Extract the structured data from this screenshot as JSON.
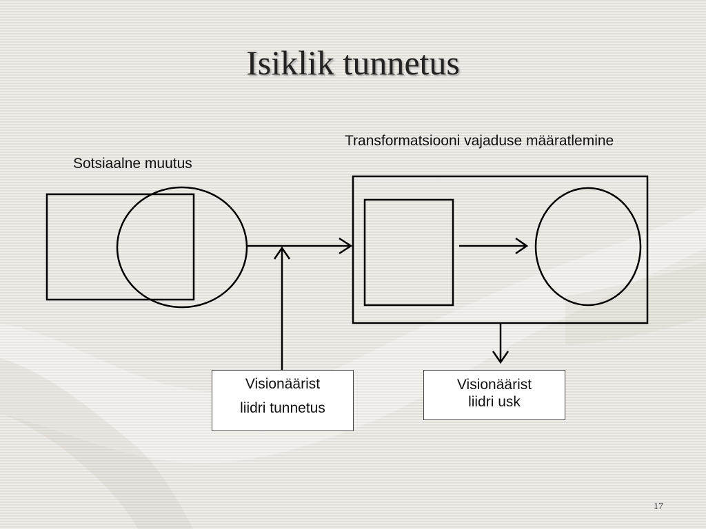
{
  "slide": {
    "title": "Isiklik tunnetus",
    "page_number": "17"
  },
  "diagram": {
    "label_transformation": "Transformatsiooni vajaduse määratlemine",
    "label_social_change": "Sotsiaalne muutus",
    "box_vision_knowledge": {
      "line1": "Visionäärist",
      "line2": "liidri tunnetus"
    },
    "box_vision_belief": {
      "line1": "Visionäärist",
      "line2": "liidri usk"
    }
  },
  "colors": {
    "background": "#e9e6e0",
    "stroke": "#000000",
    "textbox_fill": "#ffffff"
  }
}
